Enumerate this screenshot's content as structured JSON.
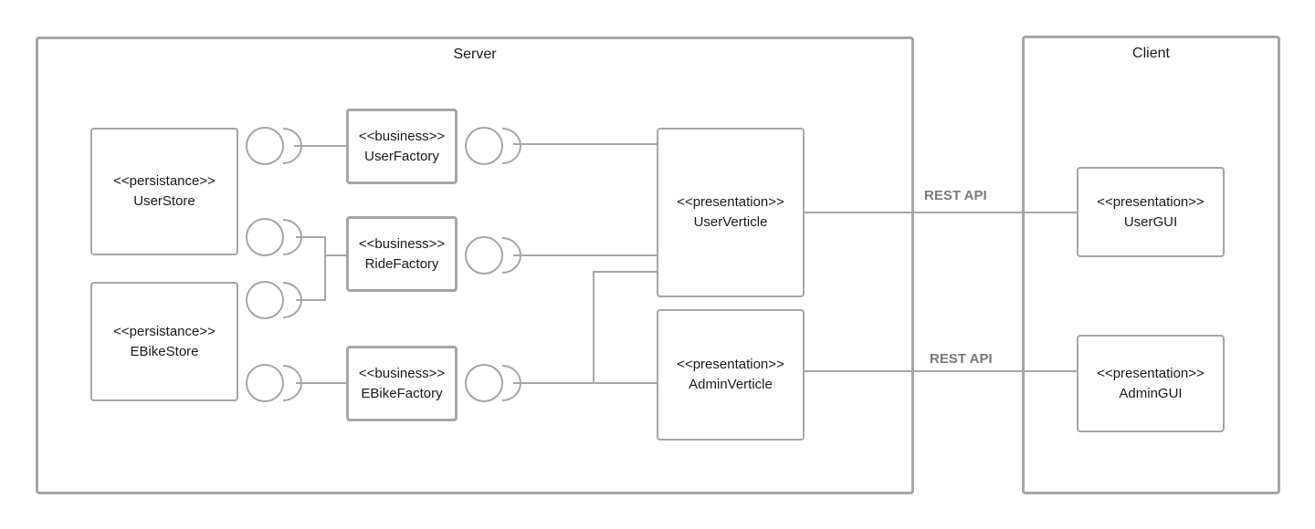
{
  "colors": {
    "line": "#a6a6a6",
    "text": "#1a1a1a",
    "label": "#7a7a7a"
  },
  "containers": {
    "server": {
      "title": "Server"
    },
    "client": {
      "title": "Client"
    }
  },
  "components": {
    "user_store": {
      "stereotype": "<<persistance>>",
      "name": "UserStore"
    },
    "ebike_store": {
      "stereotype": "<<persistance>>",
      "name": "EBikeStore"
    },
    "user_factory": {
      "stereotype": "<<business>>",
      "name": "UserFactory"
    },
    "ride_factory": {
      "stereotype": "<<business>>",
      "name": "RideFactory"
    },
    "ebike_factory": {
      "stereotype": "<<business>>",
      "name": "EBikeFactory"
    },
    "user_verticle": {
      "stereotype": "<<presentation>>",
      "name": "UserVerticle"
    },
    "admin_verticle": {
      "stereotype": "<<presentation>>",
      "name": "AdminVerticle"
    },
    "user_gui": {
      "stereotype": "<<presentation>>",
      "name": "UserGUI"
    },
    "admin_gui": {
      "stereotype": "<<presentation>>",
      "name": "AdminGUI"
    }
  },
  "connections": {
    "user_rest": {
      "label": "REST API"
    },
    "admin_rest": {
      "label": "REST API"
    }
  }
}
